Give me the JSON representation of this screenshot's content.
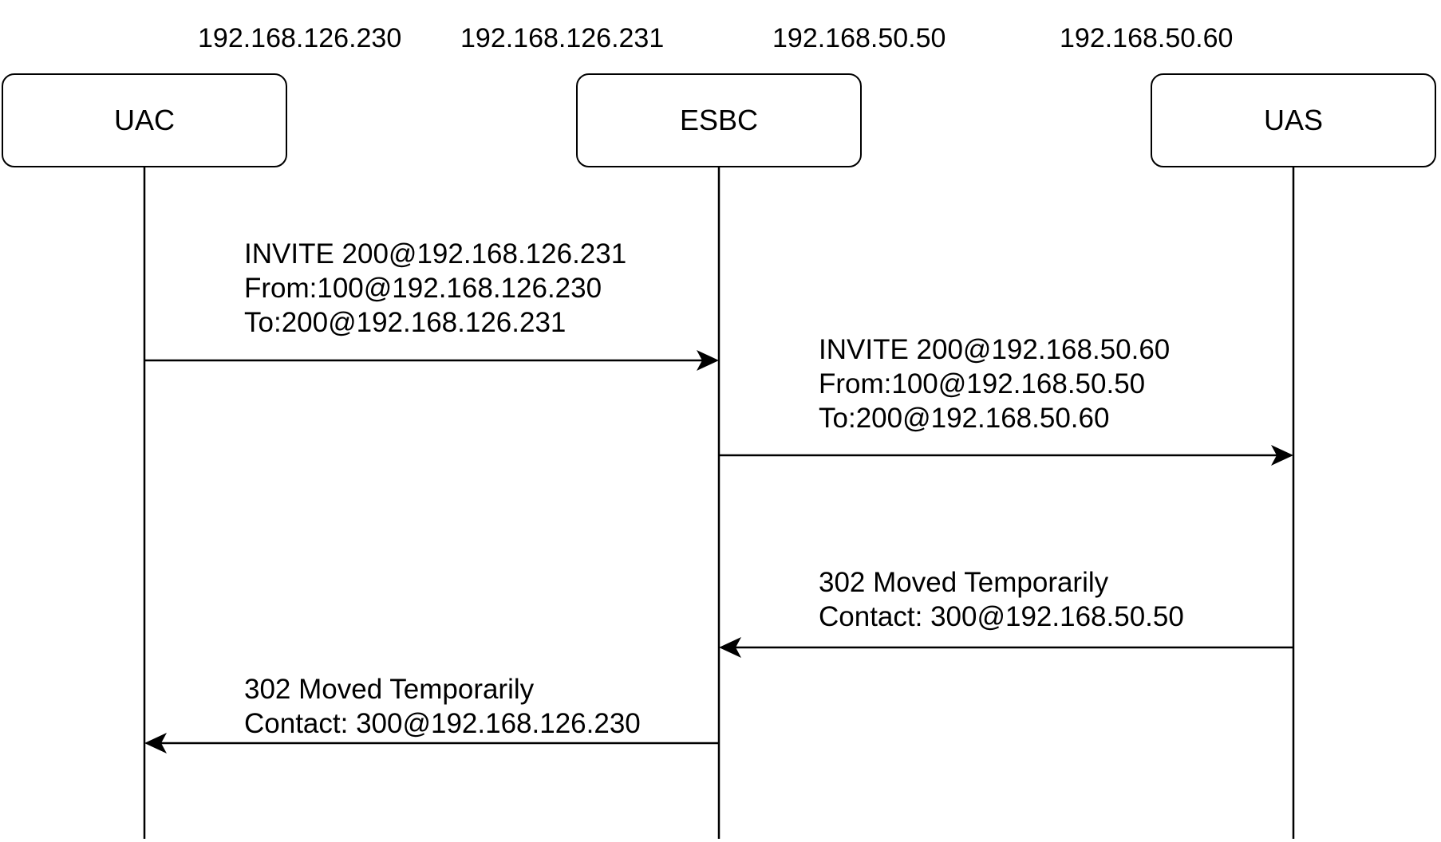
{
  "ips": [
    "192.168.126.230",
    "192.168.126.231",
    "192.168.50.50",
    "192.168.50.60"
  ],
  "participants": {
    "uac": "UAC",
    "esbc": "ESBC",
    "uas": "UAS"
  },
  "messages": [
    {
      "from": "uac",
      "to": "esbc",
      "lines": [
        "INVITE 200@192.168.126.231",
        "From:100@192.168.126.230",
        "To:200@192.168.126.231"
      ]
    },
    {
      "from": "esbc",
      "to": "uas",
      "lines": [
        "INVITE 200@192.168.50.60",
        "From:100@192.168.50.50",
        "To:200@192.168.50.60"
      ]
    },
    {
      "from": "uas",
      "to": "esbc",
      "lines": [
        "302 Moved Temporarily",
        "Contact: 300@192.168.50.50"
      ]
    },
    {
      "from": "esbc",
      "to": "uac",
      "lines": [
        "302 Moved Temporarily",
        "Contact: 300@192.168.126.230"
      ]
    }
  ]
}
